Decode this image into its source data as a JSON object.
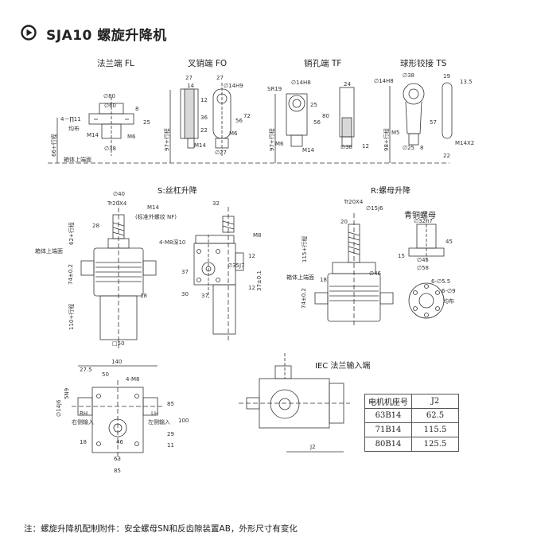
{
  "title": "SJA10 螺旋升降机",
  "heads": {
    "fl": "法兰端 FL",
    "fo": "叉销端 FO",
    "tf": "销孔端 TF",
    "ts": "球形铰接 TS"
  },
  "sections": {
    "s": "S:丝杠升降",
    "r": "R:螺母升降",
    "iec": "IEC 法兰输入端",
    "nut": "青铜螺母"
  },
  "dims": {
    "fl_80": "∅80",
    "fl_60": "∅60",
    "fl_8": "8",
    "fl_25": "25",
    "fl_4_11": "4－∏11",
    "fl_jb": "均布",
    "fl_m14": "M14",
    "fl_m6": "M6",
    "fl_38": "∅38",
    "fl_66": "66+行程",
    "fl_box": "箱体上端面",
    "fo_27": "27",
    "fo_14": "14",
    "fo_27b": "27",
    "fo_14h9": "∅14H9",
    "fo_97": "97+行程",
    "fo_12": "12",
    "fo_22": "22",
    "fo_36": "36",
    "fo_56": "56",
    "fo_72": "72",
    "fo_m6": "M6",
    "fo_m14": "M14",
    "fo_d27": "∅27",
    "tf_14h8": "∅14H8",
    "tf_sr19": "SR19",
    "tf_24": "24",
    "tf_25": "25",
    "tf_56": "56",
    "tf_80": "80",
    "tf_97": "97+行程",
    "tf_m6": "M6",
    "tf_m14": "M14",
    "tf_38": "∅38",
    "tf_12": "12",
    "ts_14h8": "∅14H8",
    "ts_38": "∅38",
    "ts_19": "19",
    "ts_135": "13.5",
    "ts_57": "57",
    "ts_98": "98+行程",
    "ts_m5": "M5",
    "ts_25": "∅25",
    "ts_8": "8",
    "ts_m14x2": "M14X2",
    "ts_22": "22",
    "s_40": "∅40",
    "s_tr": "Tr20X4",
    "s_m14": "M14",
    "s_m14note": "(标准外螺纹 NF)",
    "s_28": "28",
    "s_62": "62+行程",
    "s_box": "箱体上端面",
    "s_74": "74±0.2",
    "s_18": "18",
    "s_110": "110+行程",
    "s_50": "□50",
    "s_32": "32",
    "s_4m8": "4-M8深10",
    "s_m8": "M8",
    "s_35j7": "∅35J7",
    "s_12": "12",
    "s_37": "37",
    "s_37b": "37",
    "s_12b": "12",
    "s_37c": "37±0.1",
    "s_30": "30",
    "r_tr": "Tr20X4",
    "r_15j6": "∅15j6",
    "r_20": "20",
    "r_115": "115+行程",
    "r_18": "18",
    "r_46": "∅46",
    "r_box": "箱体上端面",
    "r_74": "74±0.2",
    "n_32h7": "∅32h7",
    "n_45": "45",
    "n_15": "15",
    "n_d45": "∅45",
    "n_58": "∅58",
    "n_55": "6-∅5.5",
    "n_9": "6-∅9",
    "n_jb": "均布",
    "b_140": "140",
    "b_275": "27.5",
    "b_50": "50",
    "b_4m8": "4-M8",
    "b_5n9": "5N9",
    "b_146": "∅14j6",
    "b_rh": "RH",
    "b_rhn": "右侧输入",
    "b_lh": "LH",
    "b_lhn": "左侧输入",
    "b_85": "85",
    "b_100": "100",
    "b_29": "29",
    "b_11": "11",
    "b_46": "46",
    "b_18": "18",
    "b_63": "63",
    "b_85b": "85",
    "iec_j2": "J2"
  },
  "motor_table": {
    "headers": [
      "电机机座号",
      "J2"
    ],
    "rows": [
      [
        "63B14",
        "62.5"
      ],
      [
        "71B14",
        "115.5"
      ],
      [
        "80B14",
        "125.5"
      ]
    ]
  },
  "note": "注：螺旋升降机配制附件：安全螺母SN和反齿隙装置AB，外形尺寸有变化"
}
